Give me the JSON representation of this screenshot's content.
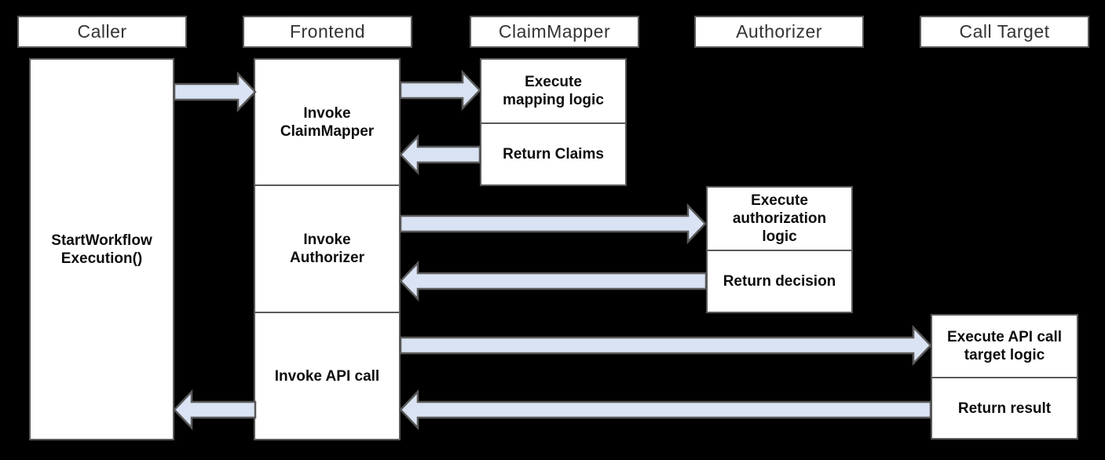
{
  "headers": {
    "caller": "Caller",
    "frontend": "Frontend",
    "claim_mapper": "ClaimMapper",
    "authorizer": "Authorizer",
    "call_target": "Call Target"
  },
  "labels": {
    "caller_action": "StartWorkflow\nExecution()",
    "frontend_invoke_claimmapper": "Invoke\nClaimMapper",
    "frontend_invoke_authorizer": "Invoke\nAuthorizer",
    "frontend_invoke_api_call": "Invoke API call",
    "claimmapper_execute": "Execute\nmapping logic",
    "claimmapper_return": "Return Claims",
    "authorizer_execute": "Execute\nauthorization\nlogic",
    "authorizer_return": "Return decision",
    "calltarget_execute": "Execute API call\ntarget logic",
    "calltarget_return": "Return result"
  },
  "arrows": [
    {
      "from": "Caller",
      "to": "Frontend",
      "direction": "right"
    },
    {
      "from": "Frontend",
      "to": "ClaimMapper",
      "direction": "right"
    },
    {
      "from": "ClaimMapper",
      "to": "Frontend",
      "direction": "left"
    },
    {
      "from": "Frontend",
      "to": "Authorizer",
      "direction": "right"
    },
    {
      "from": "Authorizer",
      "to": "Frontend",
      "direction": "left"
    },
    {
      "from": "Frontend",
      "to": "Call Target",
      "direction": "right"
    },
    {
      "from": "Call Target",
      "to": "Frontend",
      "direction": "left"
    },
    {
      "from": "Frontend",
      "to": "Caller",
      "direction": "left"
    }
  ],
  "colors": {
    "background": "#000000",
    "box_fill": "#ffffff",
    "box_border": "#595959",
    "arrow_fill": "#dae3f3",
    "arrow_border": "#595959",
    "header_text": "#333333",
    "body_text": "#0d0d0d"
  }
}
